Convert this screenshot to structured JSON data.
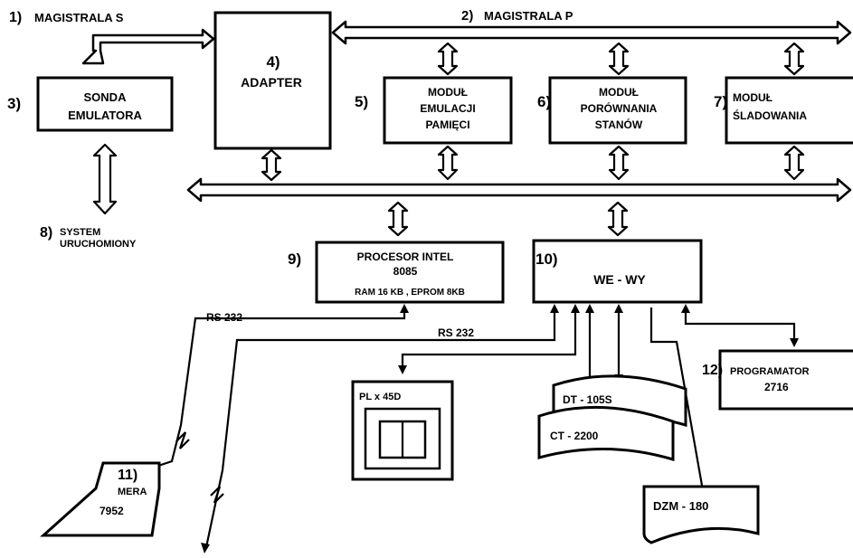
{
  "buses": {
    "s": {
      "num": "1)",
      "text": "MAGISTRALA S"
    },
    "p": {
      "num": "2)",
      "text": "MAGISTRALA P"
    }
  },
  "blocks": {
    "sonda": {
      "num": "3)",
      "line1": "SONDA",
      "line2": "EMULATORA"
    },
    "adapter": {
      "num": "4)",
      "line1": "ADAPTER"
    },
    "emulacja": {
      "num": "5)",
      "line1": "MODUŁ",
      "line2": "EMULACJI",
      "line3": "PAMIĘCI"
    },
    "porownanie": {
      "num": "6)",
      "line1": "MODUŁ",
      "line2": "PORÓWNANIA",
      "line3": "STANÓW"
    },
    "sladowanie": {
      "num": "7)",
      "line1": "MODUŁ",
      "line2": "ŚLADOWANIA"
    },
    "system": {
      "num": "8)",
      "line1": "SYSTEM",
      "line2": "URUCHOMIONY"
    },
    "procesor": {
      "num": "9)",
      "line1": "PROCESOR INTEL",
      "line2": "8085",
      "line3": "RAM 16 KB , EPROM 8KB"
    },
    "wewy": {
      "num": "10)",
      "line1": "WE - WY"
    },
    "mera": {
      "num": "11)",
      "line1": "MERA",
      "line2": "7952"
    },
    "programator": {
      "num": "12)",
      "line1": "PROGRAMATOR",
      "line2": "2716"
    }
  },
  "devices": {
    "pl": "PL x 45D",
    "dt": "DT - 105S",
    "ct": "CT - 2200",
    "dzm": "DZM - 180"
  },
  "links": {
    "rs232_left": "RS 232",
    "rs232_right": "RS 232"
  }
}
